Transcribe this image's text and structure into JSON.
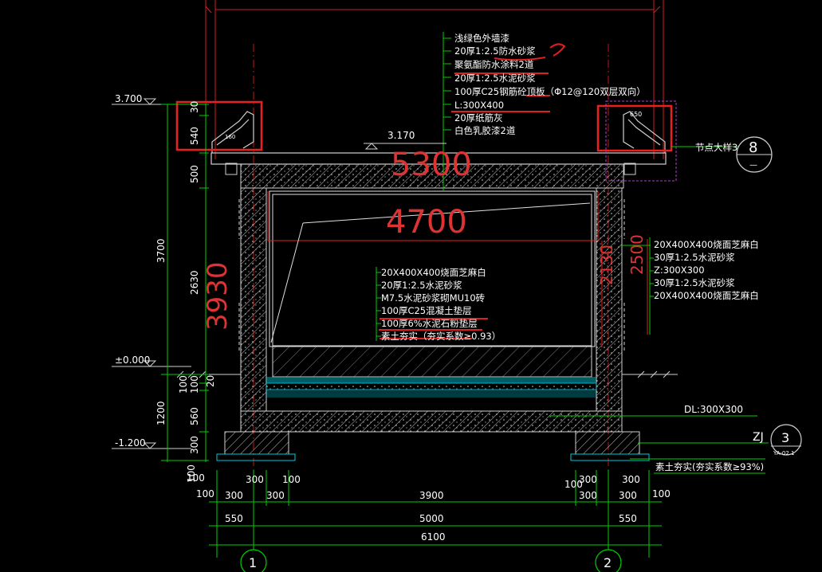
{
  "colors": {
    "background": "#000000",
    "red": "#e02020",
    "green": "#00d000",
    "cyan": "#00c8d8",
    "magenta": "#b040d0",
    "white": "#ffffff",
    "wall_hatch": "#c0c0c0"
  },
  "elevations": {
    "top": "3.700",
    "roof": "3.170",
    "ground": "±0.000",
    "bottom": "-1.200"
  },
  "roof_layers": [
    "浅绿色外墙漆",
    "20厚1:2.5防水砂浆",
    "聚氨酯防水涂料2道",
    "20厚1:2.5水泥砂浆",
    "100厚C25钢筋砼顶板（Φ12@120双层双向）",
    "L:300X400",
    "20厚纸筋灰",
    "白色乳胶漆2道"
  ],
  "floor_layers": [
    "20X400X400烧面芝麻白",
    "20厚1:2.5水泥砂浆",
    "M7.5水泥砂浆砌MU10砖",
    "100厚C25混凝土垫层",
    "100厚6%水泥石粉垫层",
    "素土夯实（夯实系数≥0.93）"
  ],
  "wall_layers": [
    "20X400X400烧面芝麻白",
    "30厚1:2.5水泥砂浆",
    "Z:300X300",
    "30厚1:2.5水泥砂浆",
    "20X400X400烧面芝麻白"
  ],
  "labels": {
    "node_detail": "节点大样3",
    "node_circle_num": "8",
    "node_circle_sub": "—",
    "dl_beam": "DL:300X300",
    "zj_label": "ZJ",
    "zj_num": "3",
    "zj_sub": "YA-02.1",
    "soil": "素土夯实(夯实系数≥93%)",
    "small_650": "650",
    "small_160": "160"
  },
  "red_dims": {
    "top_5300": "5300",
    "inner_4700": "4700",
    "height_3930": "3930",
    "h_2130": "2130",
    "h_2500": "2500"
  },
  "left_dims": {
    "d30": "30",
    "d540": "540",
    "d500": "500",
    "d3700": "3700",
    "d2630": "2630",
    "d100a": "100",
    "d100b": "100",
    "d1200": "1200",
    "d560": "560",
    "d300": "300",
    "d100c": "100",
    "d20": "20"
  },
  "bottom_dims": {
    "row1_left": [
      "300",
      "100"
    ],
    "row1_right": [
      "100",
      "300"
    ],
    "row0_left": "100",
    "row2": [
      "100",
      "300",
      "300",
      "3900",
      "300",
      "300",
      "100"
    ],
    "row3": [
      "550",
      "5000",
      "550"
    ],
    "row4": "6100"
  },
  "axes": [
    "1",
    "2"
  ]
}
